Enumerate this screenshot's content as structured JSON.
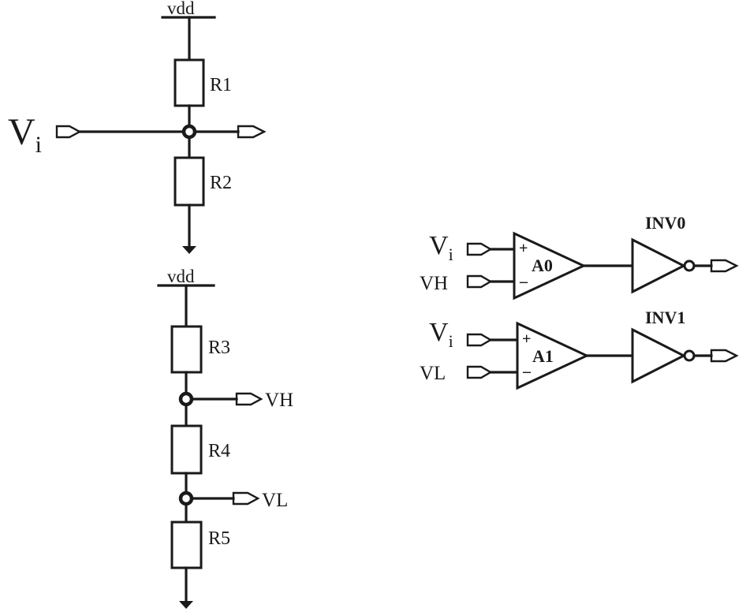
{
  "divider1": {
    "supply": "vdd",
    "input_symbol": "V",
    "input_subscript": "i",
    "resistors": [
      "R1",
      "R2"
    ]
  },
  "divider2": {
    "supply": "vdd",
    "resistors": [
      "R3",
      "R4",
      "R5"
    ],
    "outputs": [
      "VH",
      "VL"
    ]
  },
  "comparators": [
    {
      "name": "A0",
      "plus_symbol": "V",
      "plus_subscript": "i",
      "minus_input": "VH",
      "plus_sign": "+",
      "minus_sign": "–",
      "inverter": "INV0"
    },
    {
      "name": "A1",
      "plus_symbol": "V",
      "plus_subscript": "i",
      "minus_input": "VL",
      "plus_sign": "+",
      "minus_sign": "–",
      "inverter": "INV1"
    }
  ]
}
